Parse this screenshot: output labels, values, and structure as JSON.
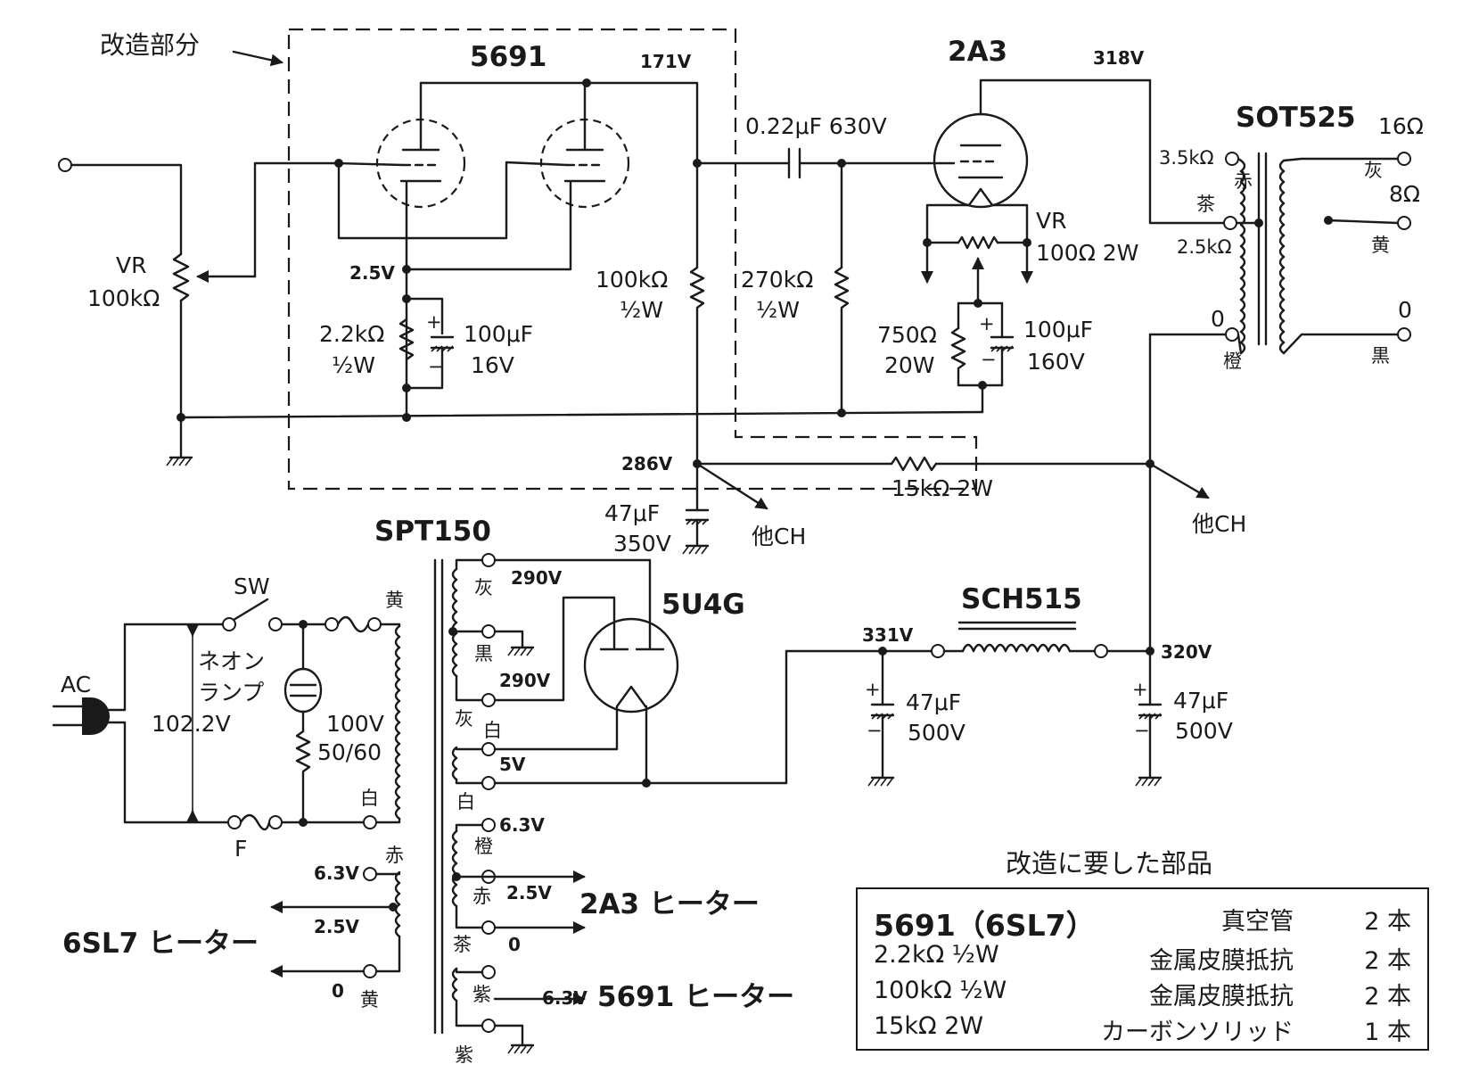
{
  "tubes": {
    "driver": "5691",
    "output": "2A3",
    "rectifier": "5U4G"
  },
  "transformers": {
    "output": "SOT525",
    "power": "SPT150",
    "choke": "SCH515"
  },
  "labels": {
    "modified_section": "改造部分",
    "vr_input": "VR",
    "vr_input_value": "100kΩ",
    "vr_bias": "VR",
    "vr_bias_value": "100Ω 2W",
    "coupling_cap": "0.22μF 630V",
    "r_cathode": "2.2kΩ",
    "r_cathode_w": "½W",
    "c_cathode": "100μF",
    "c_cathode_v": "16V",
    "r_plate": "100kΩ",
    "r_plate_w": "½W",
    "r_grid": "270kΩ",
    "r_grid_w": "½W",
    "r_2a3_cathode": "750Ω",
    "r_2a3_cathode_w": "20W",
    "c_2a3_cathode": "100μF",
    "c_2a3_cathode_v": "160V",
    "r_dropping": "15kΩ 2W",
    "c_filter1": "47μF",
    "c_filter1_v": "350V",
    "c_filter2": "47μF",
    "c_filter2_v": "500V",
    "c_filter3": "47μF",
    "c_filter3_v": "500V",
    "other_ch_1": "他CH",
    "other_ch_2": "他CH",
    "neon_1": "ネオン",
    "neon_2": "ランプ",
    "sw": "SW",
    "ac": "AC",
    "fuse": "F",
    "mains_voltage": "102.2V",
    "primary_v": "100V",
    "primary_hz": "50/60",
    "heater_2a3": "2A3 ヒーター",
    "heater_5691": "5691 ヒーター",
    "heater_6sl7": "6SL7 ヒーター"
  },
  "voltages": {
    "v171": "171V",
    "v318": "318V",
    "v25": "2.5V",
    "v286": "286V",
    "v331": "331V",
    "v320": "320V",
    "v290a": "290V",
    "v290b": "290V",
    "v5": "5V",
    "v63a": "6.3V",
    "v25b": "2.5V",
    "v0a": "0",
    "v63b": "6.3V",
    "v63c": "6.3V",
    "v25c": "2.5V",
    "v0b": "0"
  },
  "sot525_taps": {
    "p35k": "3.5kΩ",
    "p25k": "2.5kΩ",
    "p0": "0",
    "s16": "16Ω",
    "s8": "8Ω",
    "s0": "0",
    "c_red": "赤",
    "c_brown": "茶",
    "c_orange": "橙",
    "c_gray": "灰",
    "c_yellow": "黄",
    "c_black": "黒"
  },
  "spt150_colors": {
    "yellow": "黄",
    "white": "白",
    "gray1": "灰",
    "black": "黒",
    "gray2": "灰",
    "white2": "白",
    "white3": "白",
    "orange": "橙",
    "red": "赤",
    "brown": "茶",
    "purple1": "紫",
    "purple2": "紫",
    "red2": "赤",
    "yellow2": "黄"
  },
  "parts_list": {
    "title": "改造に要した部品",
    "rows": [
      {
        "name": "5691（6SL7）",
        "type": "真空管",
        "qty": "2 本"
      },
      {
        "name": "2.2kΩ ½W",
        "type": "金属皮膜抵抗",
        "qty": "2 本"
      },
      {
        "name": "100kΩ ½W",
        "type": "金属皮膜抵抗",
        "qty": "2 本"
      },
      {
        "name": "15kΩ 2W",
        "type": "カーボンソリッド",
        "qty": "1 本"
      }
    ]
  }
}
